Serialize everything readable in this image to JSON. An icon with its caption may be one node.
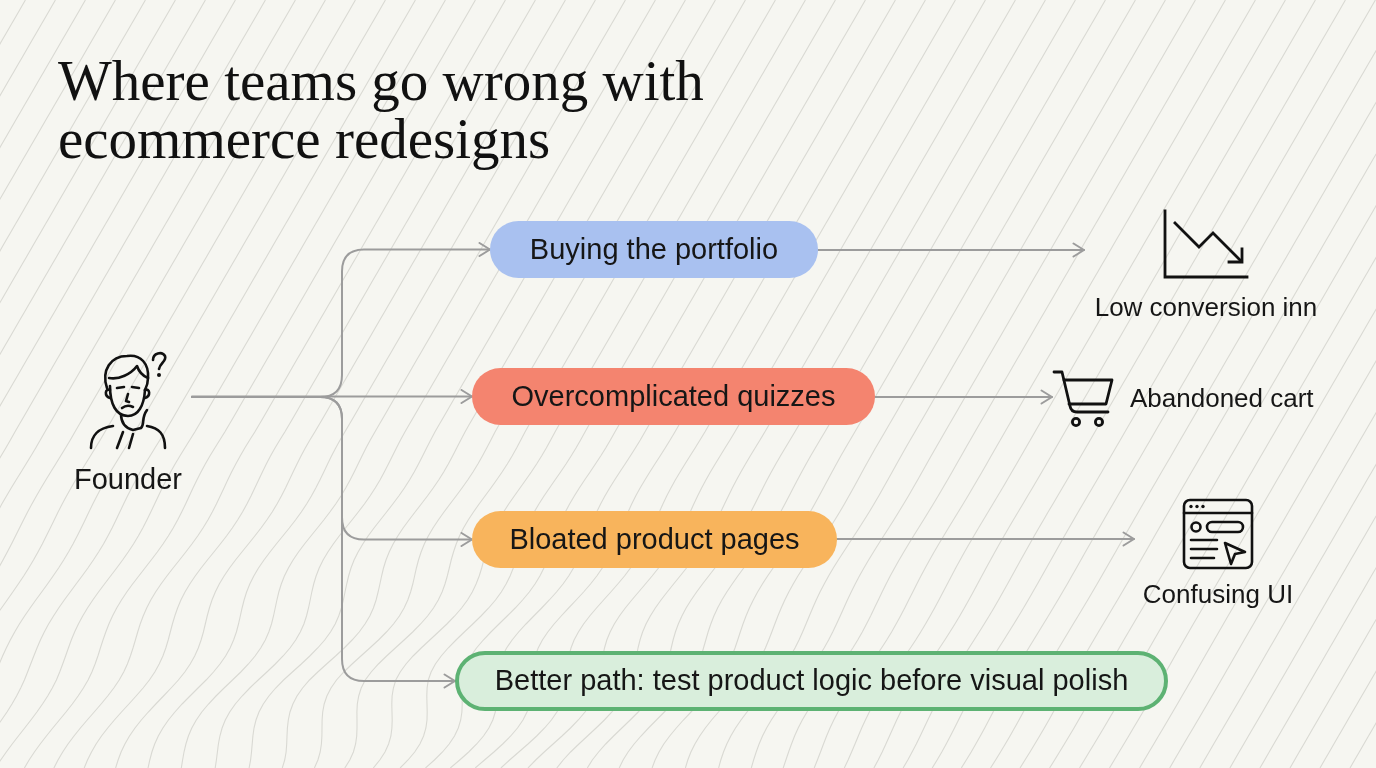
{
  "diagram": {
    "title": "Where teams go wrong with ecommerce redesigns",
    "nodes": [
      {
        "text": [
          "Founder"
        ]
      },
      {
        "text": [
          "Buying the portfolio"
        ]
      },
      {
        "text": [
          "Overcomplicated quizzes"
        ]
      },
      {
        "text": [
          "Bloated product pages"
        ]
      },
      {
        "text": [
          "Better path: test product logic before visual polish"
        ]
      },
      {
        "text": [
          "Low conversion inn"
        ]
      },
      {
        "text": [
          "Abandoned cart"
        ]
      },
      {
        "text": [
          "Confusing UI"
        ]
      }
    ],
    "edges": [
      {
        "from": 0,
        "to": 1,
        "arrow": "to"
      },
      {
        "from": 0,
        "to": 2,
        "arrow": "to"
      },
      {
        "from": 0,
        "to": 3,
        "arrow": "to"
      },
      {
        "from": 0,
        "to": 4,
        "arrow": "to"
      },
      {
        "from": 1,
        "to": 5,
        "arrow": "to"
      },
      {
        "from": 2,
        "to": 6,
        "arrow": "to"
      },
      {
        "from": 3,
        "to": 7,
        "arrow": "to"
      }
    ]
  }
}
